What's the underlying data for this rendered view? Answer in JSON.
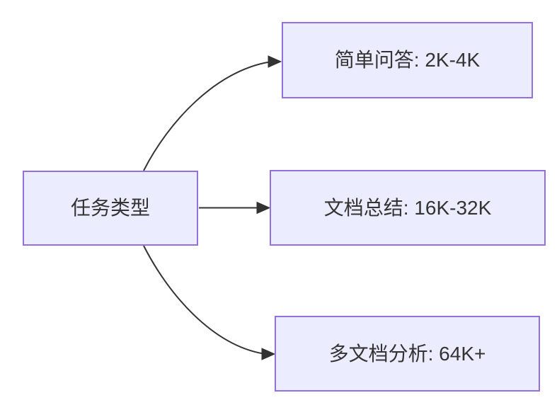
{
  "diagram": {
    "type": "flowchart",
    "direction": "left-to-right",
    "root": {
      "id": "task-type",
      "label": "任务类型"
    },
    "children": [
      {
        "id": "simple-qa",
        "label": "简单问答: 2K-4K"
      },
      {
        "id": "doc-summary",
        "label": "文档总结: 16K-32K"
      },
      {
        "id": "multi-doc-analysis",
        "label": "多文档分析: 64K+"
      }
    ],
    "edges": [
      {
        "from": "task-type",
        "to": "simple-qa"
      },
      {
        "from": "task-type",
        "to": "doc-summary"
      },
      {
        "from": "task-type",
        "to": "multi-doc-analysis"
      }
    ],
    "colors": {
      "background": "#ffffff",
      "node_fill": "#ececff",
      "node_border": "#9370db",
      "edge": "#333333",
      "text": "#333333"
    }
  }
}
